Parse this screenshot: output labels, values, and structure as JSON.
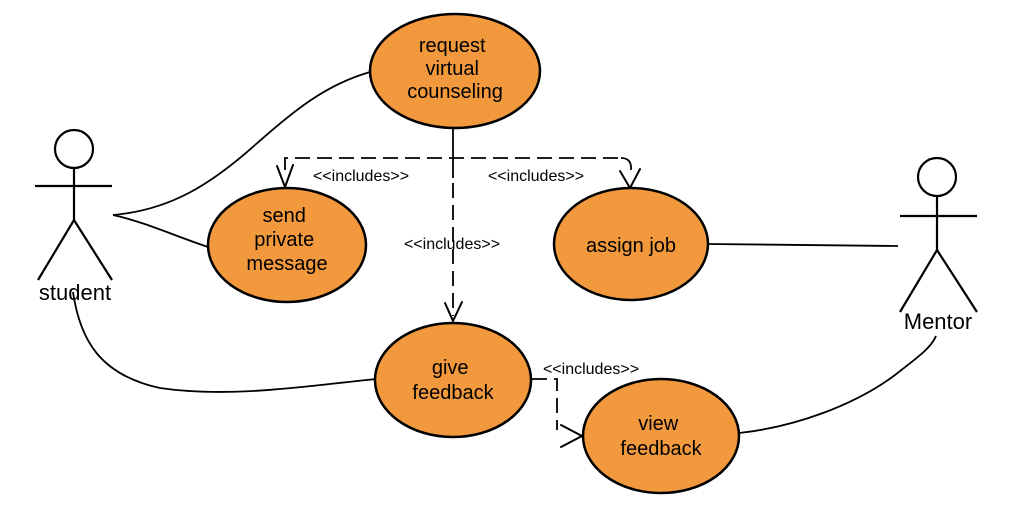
{
  "diagram_type": "uml-use-case-diagram",
  "colors": {
    "node_fill": "#F2993E",
    "node_stroke": "#000000",
    "line": "#000000",
    "background": "#FFFFFF"
  },
  "actors": [
    {
      "id": "student",
      "label": "student"
    },
    {
      "id": "mentor",
      "label": "Mentor"
    }
  ],
  "use_cases": [
    {
      "id": "request-virtual-counseling",
      "label": "request virtual counseling",
      "lines": [
        "request",
        "virtual",
        "counseling"
      ]
    },
    {
      "id": "send-private-message",
      "label": "send private message",
      "lines": [
        "send",
        "private",
        "message"
      ]
    },
    {
      "id": "assign-job",
      "label": "assign job",
      "lines": [
        "assign job"
      ]
    },
    {
      "id": "give-feedback",
      "label": "give feedback",
      "lines": [
        "give",
        "feedback"
      ]
    },
    {
      "id": "view-feedback",
      "label": "view feedback",
      "lines": [
        "view",
        "feedback"
      ]
    }
  ],
  "associations": [
    {
      "from": "student",
      "to": "request virtual counseling"
    },
    {
      "from": "student",
      "to": "send private message"
    },
    {
      "from": "student",
      "to": "give feedback"
    },
    {
      "from": "assign job",
      "to": "Mentor"
    },
    {
      "from": "view feedback",
      "to": "Mentor"
    }
  ],
  "includes": [
    {
      "from": "request virtual counseling",
      "to": "send private message",
      "label": "<<includes>>"
    },
    {
      "from": "request virtual counseling",
      "to": "assign job",
      "label": "<<includes>>"
    },
    {
      "from": "request virtual counseling",
      "to": "give feedback",
      "label": "<<includes>>"
    },
    {
      "from": "give feedback",
      "to": "view feedback",
      "label": "<<includes>>"
    }
  ]
}
